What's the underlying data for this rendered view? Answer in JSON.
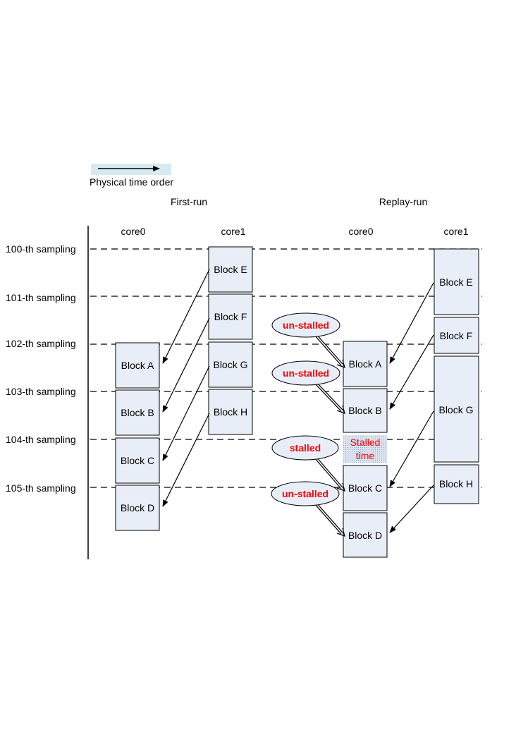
{
  "legend": {
    "label": "Physical time order"
  },
  "sections": {
    "first_run": "First-run",
    "replay_run": "Replay-run"
  },
  "cores": {
    "first_core0": "core0",
    "first_core1": "core1",
    "replay_core0": "core0",
    "replay_core1": "core1"
  },
  "samplings": [
    "100-th sampling",
    "101-th sampling",
    "102-th sampling",
    "103-th sampling",
    "104-th sampling",
    "105-th sampling"
  ],
  "first_run_blocks": {
    "block_a": "Block A",
    "block_b": "Block B",
    "block_c": "Block C",
    "block_d": "Block D",
    "block_e": "Block E",
    "block_f": "Block F",
    "block_g": "Block G",
    "block_h": "Block H"
  },
  "replay_run_blocks": {
    "block_a": "Block A",
    "block_b": "Block B",
    "block_c": "Block C",
    "block_d": "Block D",
    "block_e": "Block E",
    "block_f": "Block F",
    "block_g": "Block G",
    "block_h": "Block H"
  },
  "stall_labels": {
    "a": "un-stalled",
    "b": "un-stalled",
    "c": "stalled",
    "d": "un-stalled"
  },
  "stalled_time": {
    "line1": "Stalled",
    "line2": "time"
  },
  "colors": {
    "block_fill": "#e8eef8",
    "legend_fill": "#d6eaf0",
    "highlight_text": "#ff0000"
  }
}
